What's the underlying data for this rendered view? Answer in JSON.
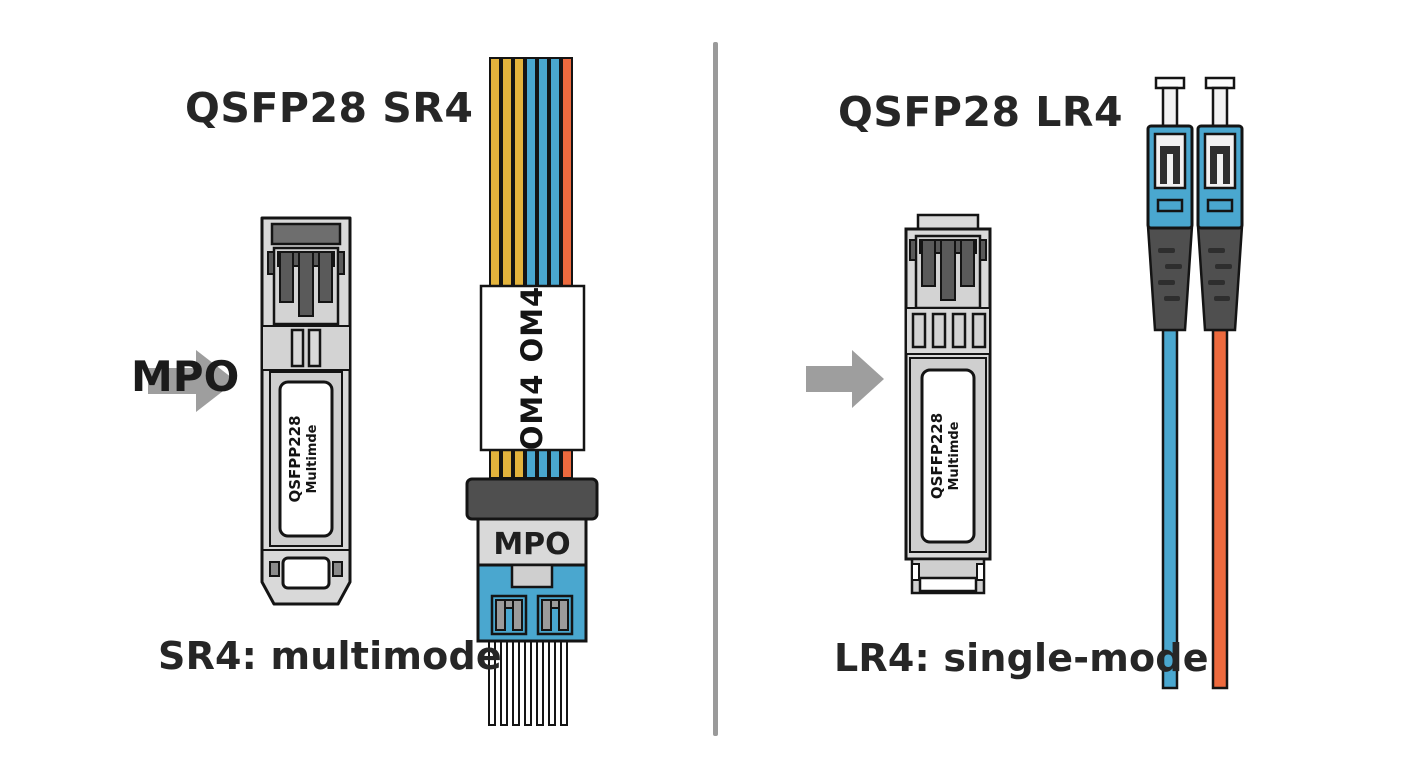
{
  "colors": {
    "background": "#ffffff",
    "divider": "#9a9a9a",
    "arrow_gray": "#9e9e9e",
    "blue": "#4AA7CF",
    "orange": "#ED6A3E",
    "yellow": "#E3B33C",
    "module_body_gray": "#d9d9d9",
    "prong_dark_gray": "#5a5a5a",
    "boot_dark_gray": "#4f4f4f",
    "outline_black": "#141414"
  },
  "left": {
    "title": "QSFP28 SR4",
    "arrow_label": "MPO",
    "transceiver": {
      "label_line1": "QSFPP228",
      "label_line2": "Multimde"
    },
    "ribbon": {
      "label": "OM4 OM4",
      "strand_colors": [
        "#E3B33C",
        "#E3B33C",
        "#E3B33C",
        "#4AA7CF",
        "#4AA7CF",
        "#4AA7CF",
        "#ED6A3E"
      ]
    },
    "mpo_connector": {
      "label": "MPO"
    },
    "caption": "SR4: multimode"
  },
  "right": {
    "title": "QSFP28 LR4",
    "transceiver": {
      "label_line1": "QSFFP228",
      "label_line2": "Multimde"
    },
    "cables": [
      {
        "name": "blue-fiber-cable",
        "color": "#4AA7CF"
      },
      {
        "name": "orange-fiber-cable",
        "color": "#ED6A3E"
      }
    ],
    "caption": "LR4: single-mode"
  }
}
